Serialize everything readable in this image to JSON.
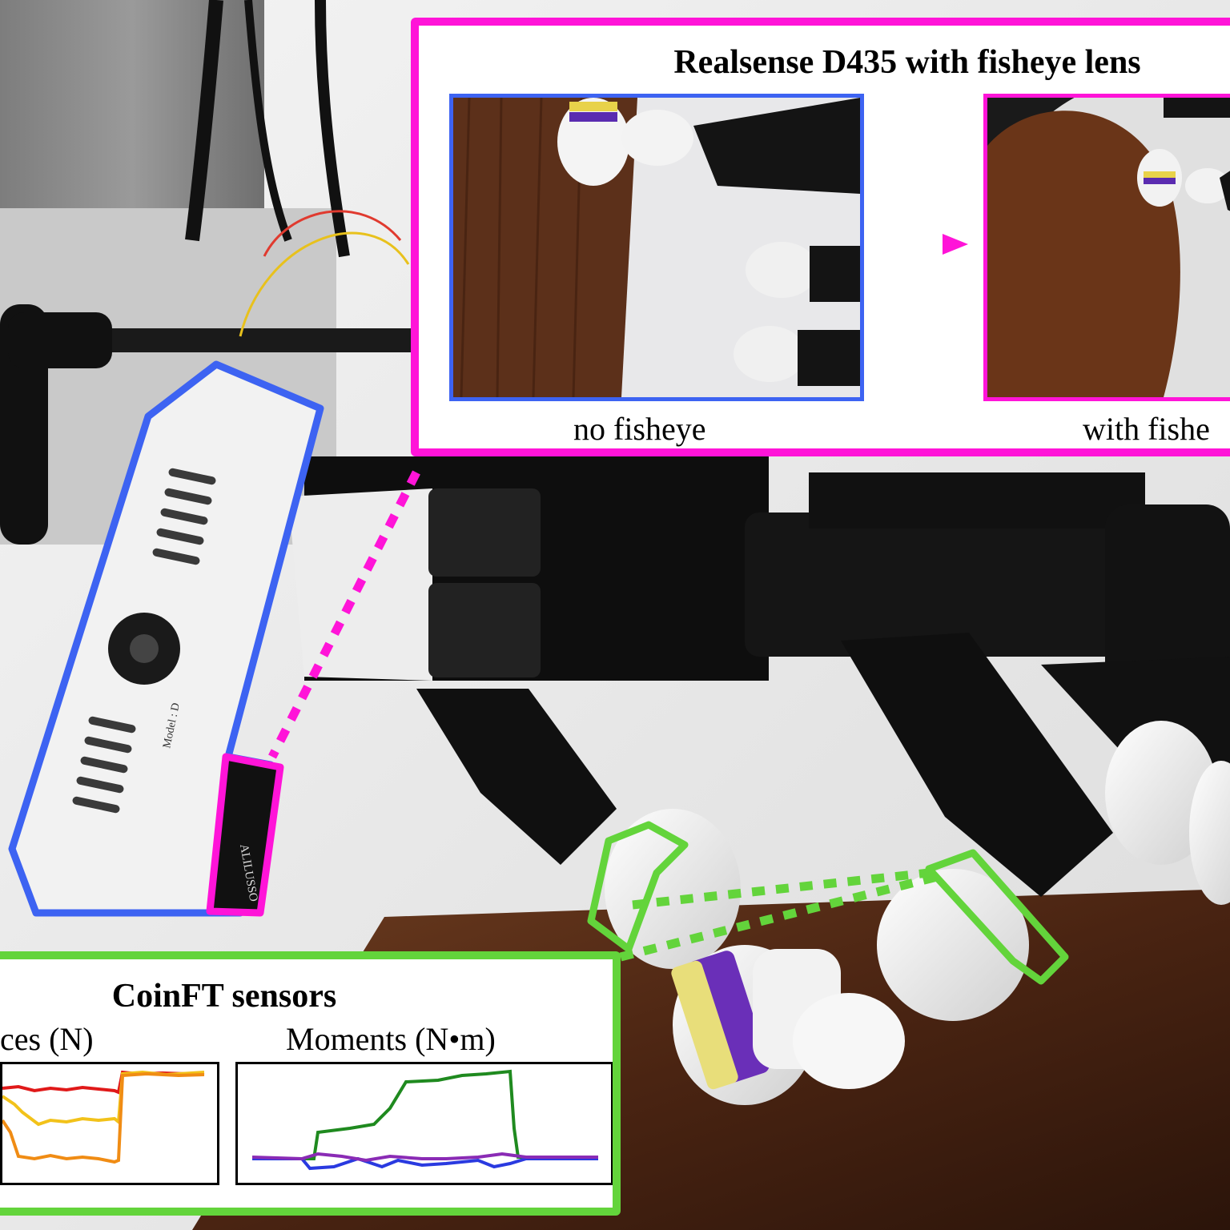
{
  "camera_callout": {
    "title": "Realsense D435 with fisheye lens",
    "caption_left": "no fisheye",
    "caption_right": "with fishe",
    "colors": {
      "callout_border": "#ff14d8",
      "nofisheye_border": "#3d63f2"
    }
  },
  "sensor_callout": {
    "title": "CoinFT sensors",
    "forces_label": "ces (N)",
    "moments_label": "Moments (N•m)",
    "colors": {
      "callout_border": "#63d43b"
    }
  },
  "photo": {
    "camera_label": "ALILUSSO",
    "model_label": "Model : D"
  },
  "icons": [
    "arrow-right-icon"
  ]
}
